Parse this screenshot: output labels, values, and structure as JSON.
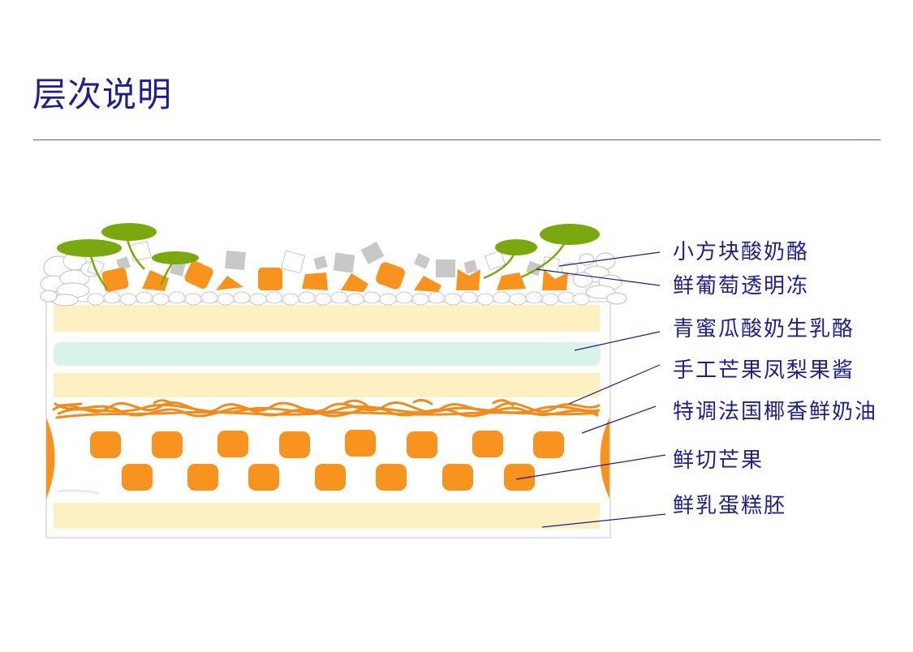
{
  "page": {
    "title": "层次说明"
  },
  "layers": [
    {
      "id": "cheese-cubes",
      "label": "小方块酸奶酪"
    },
    {
      "id": "jelly",
      "label": "鲜葡萄透明冻"
    },
    {
      "id": "cheese-layer",
      "label": "青蜜瓜酸奶生乳酪"
    },
    {
      "id": "jam",
      "label": "手工芒果凤梨果酱"
    },
    {
      "id": "cream",
      "label": "特调法国椰香鲜奶油"
    },
    {
      "id": "mango",
      "label": "鲜切芒果"
    },
    {
      "id": "sponge",
      "label": "鲜乳蛋糕胚"
    }
  ],
  "colors": {
    "title": "#1e1e8c",
    "sponge": "#fdf0c2",
    "melon_cheese": "#d9f3e8",
    "mango": "#f7931e",
    "leaf": "#7ba80f",
    "cube": "#c8c8c8"
  }
}
